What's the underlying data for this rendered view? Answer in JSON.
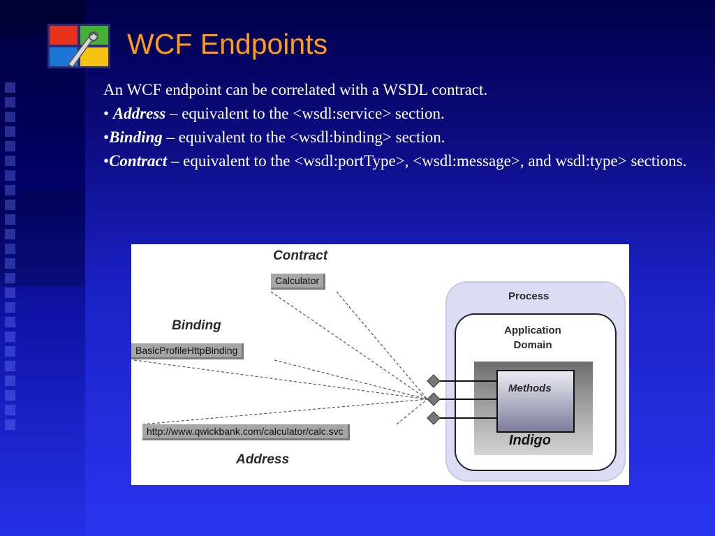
{
  "slide": {
    "title": "WCF Endpoints",
    "logo_icon": "windows-wrench-icon",
    "accent_color": "#ff9a1a"
  },
  "content": {
    "intro": "An WCF endpoint can be correlated with a WSDL contract.",
    "bullets": [
      {
        "prefix": "• ",
        "term": "Address",
        "text": " – equivalent to the <wsdl:service>  section."
      },
      {
        "prefix": "•",
        "term": "Binding",
        "text": " – equivalent to the <wsdl:binding> section."
      },
      {
        "prefix": "•",
        "term": "Contract",
        "text": " – equivalent to the <wsdl:portType>, <wsdl:message>, and wsdl:type> sections."
      }
    ]
  },
  "diagram": {
    "contract_heading": "Contract",
    "contract_value": "Calculator",
    "binding_heading": "Binding",
    "binding_value": "BasicProfileHttpBinding",
    "address_heading": "Address",
    "address_value": "http://www.qwickbank.com/calculator/calc.svc",
    "process_label": "Process",
    "app_domain_label": "Application Domain",
    "methods_label": "Methods",
    "indigo_label": "Indigo"
  }
}
